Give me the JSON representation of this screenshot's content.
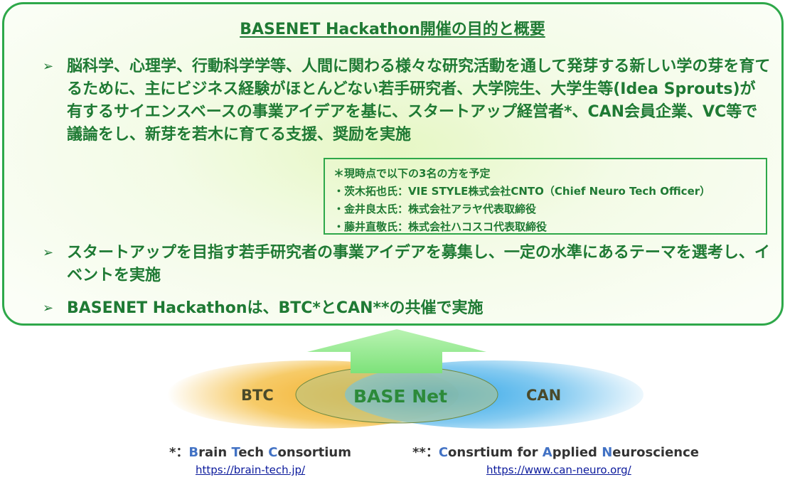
{
  "title": "BASENET Hackathon開催の目的と概要",
  "bullets": [
    "脳科学、心理学、行動科学学等、人間に関わる様々な研究活動を通して発芽する新しい学の芽を育てるために、主にビジネス経験がほとんどない若手研究者、大学院生、大学生等(Idea Sprouts)が有するサイエンスベースの事業アイデアを基に、スタートアップ経営者*、CAN会員企業、VC等で議論をし、新芽を若木に育てる支援、奨励を実施",
    "スタートアップを目指す若手研究者の事業アイデアを募集し、一定の水準にあるテーマを選考し、イベントを実施",
    "BASENET Hackathonは、BTC*とCAN**の共催で実施"
  ],
  "note": {
    "heading": "＊現時点で以下の3名の方を予定",
    "people": [
      "・茨木拓也氏：VIE STYLE株式会社CNTO（Chief Neuro Tech Officer）",
      "・金井良太氏：株式会社アラヤ代表取締役",
      "・藤井直敬氏：株式会社ハコスコ代表取締役"
    ]
  },
  "diagram": {
    "left_label": "BTC",
    "center_label": "BASE Net",
    "right_label": "CAN"
  },
  "legend": {
    "btc_prefix": "*：",
    "btc_parts": [
      "B",
      "rain ",
      "T",
      "ech ",
      "C",
      "onsortium"
    ],
    "btc_url": "https://brain-tech.jp/",
    "can_prefix": "**：",
    "can_parts": [
      "C",
      "onsrtium for ",
      "A",
      "pplied ",
      "N",
      "euroscience"
    ],
    "can_url": "https://www.can-neuro.org/"
  },
  "colors": {
    "border": "#2ea84a",
    "text": "#1f7a34",
    "btc_fill": "#f2b233",
    "can_fill": "#3aa7e6",
    "arrow": "#8ee88a"
  }
}
